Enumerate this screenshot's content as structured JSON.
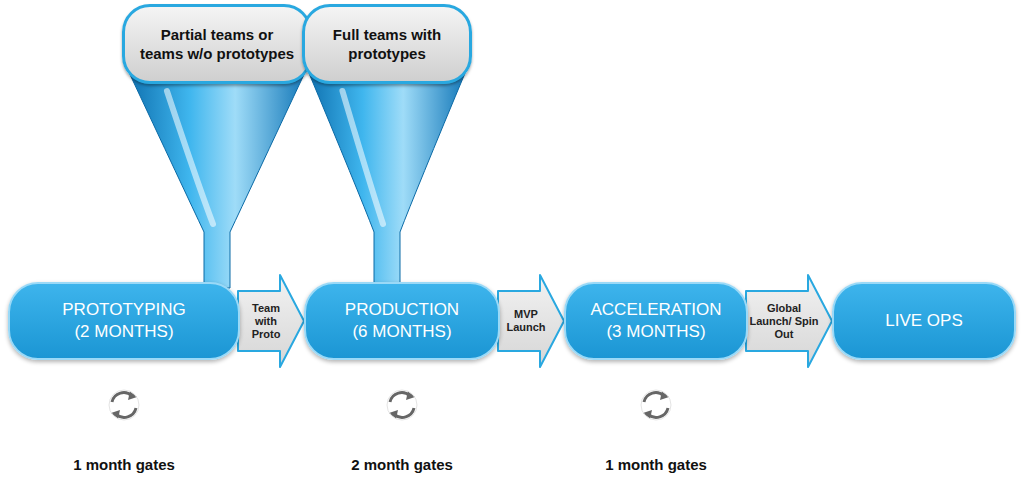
{
  "diagram": {
    "nodes": [
      {
        "text": [
          "Partial teams or teams w/o prototypes"
        ]
      },
      {
        "text": [
          "Full teams with prototypes"
        ]
      },
      {
        "text": [
          "PROTOTYPING (2 MONTHS)"
        ]
      },
      {
        "text": [
          "PRODUCTION (6 MONTHS)"
        ]
      },
      {
        "text": [
          "ACCELERATION (3 MONTHS)"
        ]
      },
      {
        "text": [
          "LIVE OPS"
        ]
      }
    ],
    "edges": [
      {
        "from": 0,
        "to": 2,
        "arrow": "none"
      },
      {
        "from": 1,
        "to": 3,
        "arrow": "none"
      },
      {
        "from": 2,
        "to": 3,
        "label": "Team with Proto",
        "arrow": "to"
      },
      {
        "from": 3,
        "to": 4,
        "label": "MVP Launch",
        "arrow": "to"
      },
      {
        "from": 4,
        "to": 5,
        "label": "Global Launch/ Spin Out",
        "arrow": "to"
      }
    ],
    "labels": [
      "1 month gates",
      "2 month gates",
      "1 month gates"
    ]
  }
}
